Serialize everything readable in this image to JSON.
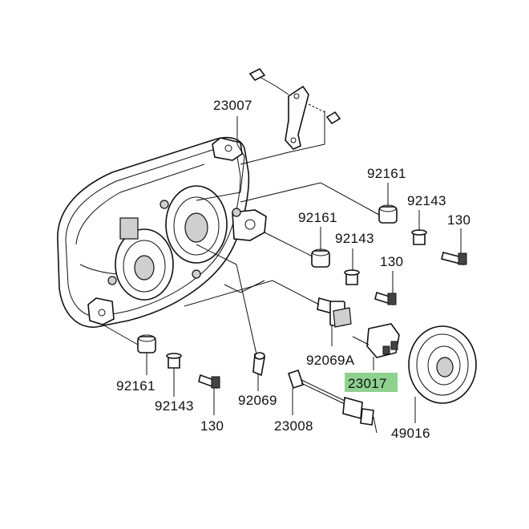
{
  "highlight_color": "#8fd18f",
  "callouts": [
    {
      "id": "c1",
      "label": "23007"
    },
    {
      "id": "c2",
      "label": "92161"
    },
    {
      "id": "c3",
      "label": "92143"
    },
    {
      "id": "c4",
      "label": "130"
    },
    {
      "id": "c5",
      "label": "92161"
    },
    {
      "id": "c6",
      "label": "92143"
    },
    {
      "id": "c7",
      "label": "130"
    },
    {
      "id": "c8",
      "label": "92069A"
    },
    {
      "id": "c9",
      "label": "23017",
      "highlighted": true
    },
    {
      "id": "c10",
      "label": "92161"
    },
    {
      "id": "c11",
      "label": "92069"
    },
    {
      "id": "c12",
      "label": "23008"
    },
    {
      "id": "c13",
      "label": "49016"
    },
    {
      "id": "c14",
      "label": "92143"
    },
    {
      "id": "c15",
      "label": "130"
    }
  ]
}
